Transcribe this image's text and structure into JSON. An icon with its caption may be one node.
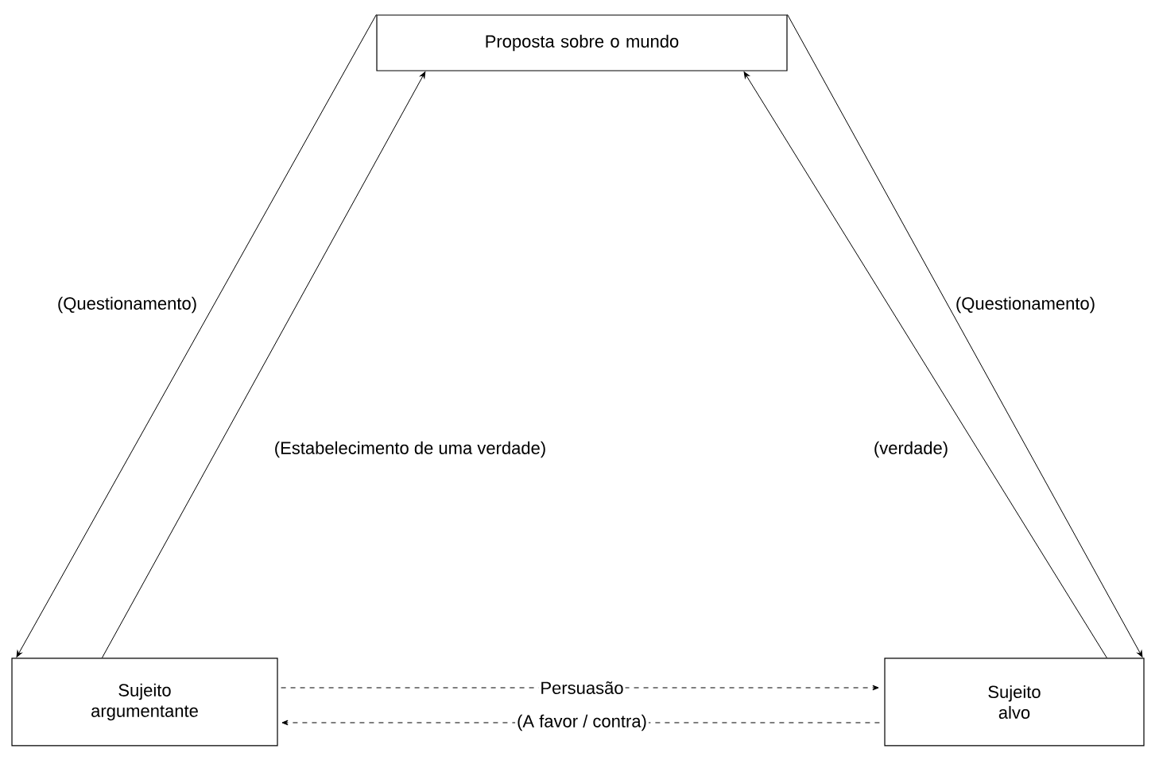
{
  "diagram": {
    "nodes": [
      {
        "text": [
          "Proposta sobre o mundo"
        ]
      },
      {
        "text": [
          "Sujeito argumentante"
        ]
      },
      {
        "text": [
          "Sujeito alvo"
        ]
      }
    ],
    "edges": [
      {
        "from": 0,
        "to": 1,
        "arrow": "to",
        "label": "(Questionamento)"
      },
      {
        "from": 1,
        "to": 0,
        "arrow": "to",
        "label": "(Estabelecimento de uma verdade)"
      },
      {
        "from": 2,
        "to": 0,
        "arrow": "to",
        "label": "(verdade)"
      },
      {
        "from": 0,
        "to": 2,
        "arrow": "to",
        "label": "(Questionamento)"
      },
      {
        "from": 1,
        "to": 2,
        "arrow": "to",
        "label": "Persuasão",
        "style": "dashed"
      },
      {
        "from": 2,
        "to": 1,
        "arrow": "to",
        "label": "(A favor / contra)",
        "style": "dashed"
      }
    ]
  }
}
